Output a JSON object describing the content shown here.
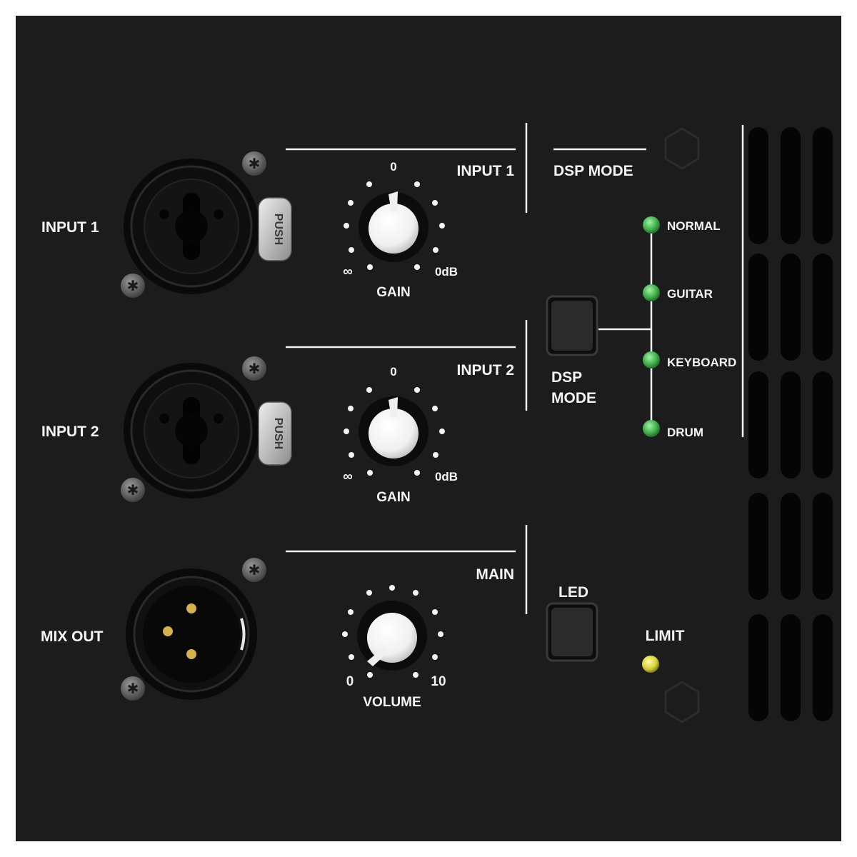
{
  "panel": {
    "jacks": {
      "input1_label": "INPUT 1",
      "input2_label": "INPUT 2",
      "mix_out_label": "MIX OUT",
      "push_tab_label": "PUSH"
    },
    "section_titles": {
      "input1": "INPUT 1",
      "input2": "INPUT 2",
      "main": "MAIN",
      "dsp_mode": "DSP MODE"
    },
    "knobs": {
      "gain1": {
        "label": "GAIN",
        "top": "0",
        "min": "∞",
        "max": "0dB"
      },
      "gain2": {
        "label": "GAIN",
        "top": "0",
        "min": "∞",
        "max": "0dB"
      },
      "volume": {
        "label": "VOLUME",
        "min": "0",
        "max": "10"
      }
    },
    "buttons": {
      "dsp_mode_line1": "DSP",
      "dsp_mode_line2": "MODE",
      "led": "LED"
    },
    "dsp_modes": [
      {
        "label": "NORMAL",
        "color": "#3fae48"
      },
      {
        "label": "GUITAR",
        "color": "#3fae48"
      },
      {
        "label": "KEYBOARD",
        "color": "#3fae48"
      },
      {
        "label": "DRUM",
        "color": "#3fae48"
      }
    ],
    "limit": {
      "label": "LIMIT",
      "color": "#d8d23a"
    }
  }
}
